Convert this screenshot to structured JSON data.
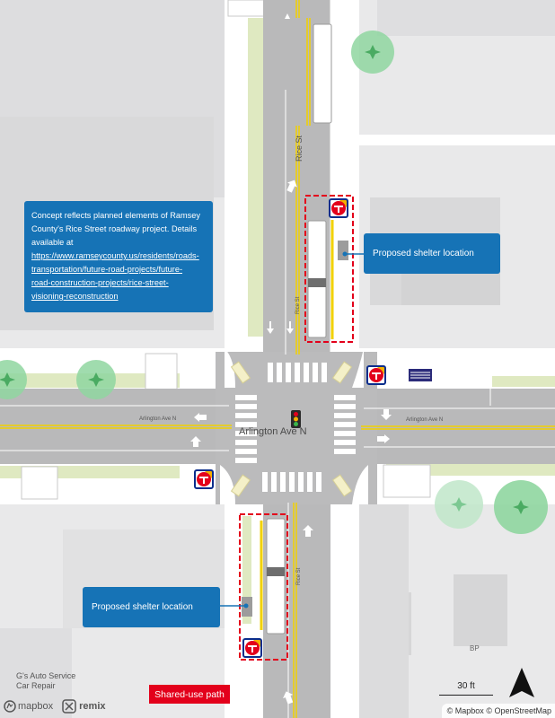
{
  "map": {
    "type": "street-concept-plan",
    "colors": {
      "road": "#b8b8b8",
      "sidewalk": "#ffffff",
      "block": "#e9e9ea",
      "building": "#d7d7d8",
      "planting": "#dfe9c1",
      "shelter_highlight": "#e3001b",
      "lane_center": "#f2d100",
      "callout": "#1673b6"
    }
  },
  "streets": {
    "ns_label": "Rice St",
    "ns_label_lower": "Rice St",
    "ns_label_stop": "Rice St",
    "ew_label_main": "Arlington Ave N",
    "ew_label_west": "Arlington Ave N",
    "ew_label_east": "Arlington Ave N"
  },
  "note": {
    "lines": [
      "Concept reflects planned elements of Ramsey",
      "County's Rice Street roadway project. Details",
      "available at"
    ],
    "link_lines": [
      "https://www.ramseycounty.us/residents/roads-",
      "transportation/future-road-projects/future-",
      "road-construction-projects/rice-street-",
      "visioning-reconstruction"
    ]
  },
  "callouts": {
    "shelter_north": "Proposed shelter location",
    "shelter_south": "Proposed shelter location"
  },
  "legend": {
    "shared_use_path": "Shared-use path"
  },
  "pois": {
    "auto_service_line1": "G's Auto Service",
    "auto_service_line2": "Car Repair",
    "bp": "BP"
  },
  "transit_stops": [
    {
      "name": "metro-transit-stop-north",
      "icon": "metro-transit-logo"
    },
    {
      "name": "metro-transit-stop-northeast",
      "icon": "metro-transit-logo"
    },
    {
      "name": "metro-transit-stop-southwest",
      "icon": "metro-transit-logo"
    },
    {
      "name": "metro-transit-stop-south",
      "icon": "metro-transit-logo"
    }
  ],
  "signal": {
    "icon": "traffic-signal-icon"
  },
  "scale": {
    "label": "30 ft"
  },
  "north_arrow": {
    "icon": "north-arrow-icon"
  },
  "branding": {
    "mapbox": "mapbox",
    "remix": "remix"
  },
  "attribution": {
    "mapbox": "© Mapbox",
    "osm": "© OpenStreetMap"
  }
}
